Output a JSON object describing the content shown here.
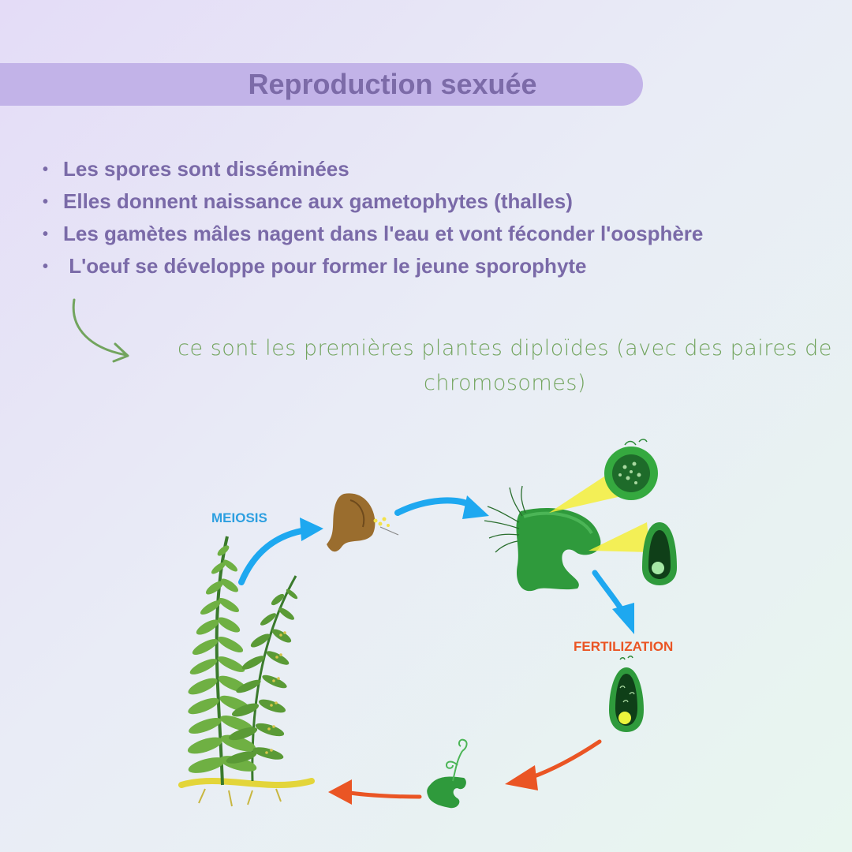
{
  "title": "Reproduction sexuée",
  "bullets": [
    "Les spores sont disséminées",
    "Elles donnent naissance aux gametophytes (thalles)",
    "Les gamètes mâles nagent dans l'eau et vont féconder l'oosphère",
    " L'oeuf se développe pour former le jeune sporophyte"
  ],
  "note": "ce sont les premières plantes diploïdes (avec des paires de chromosomes)",
  "diagram": {
    "label_meiosis": "MEIOSIS",
    "label_fertilization": "FERTILIZATION",
    "colors": {
      "meiosis": "#2d9fe0",
      "fertilization": "#ea5524",
      "arrow_blue": "#1ea8f0",
      "arrow_orange": "#ea5524",
      "plant_green": "#2e8b3a",
      "title_bar": "#c2b3e8",
      "note_green": "#72a45e"
    }
  }
}
